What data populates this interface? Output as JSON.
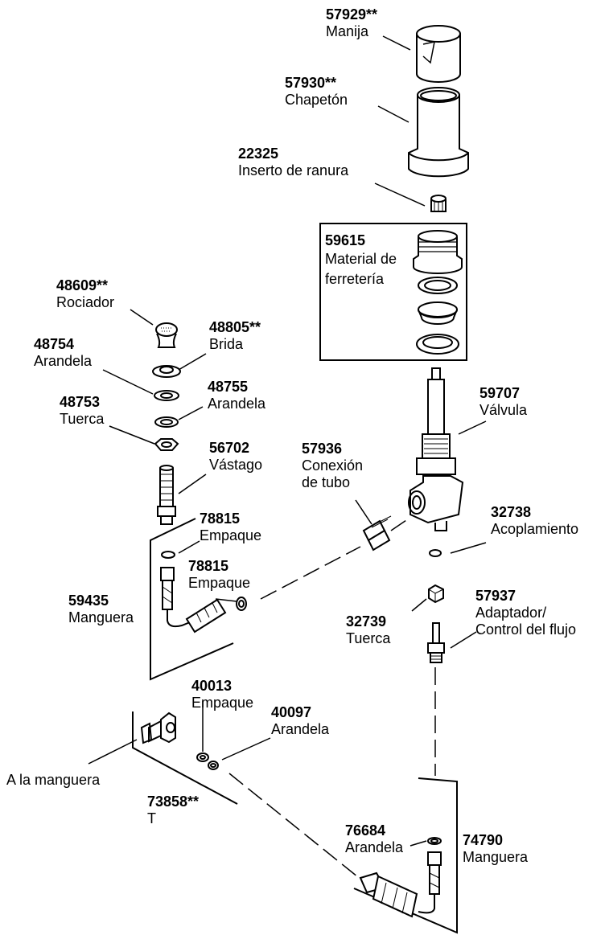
{
  "labels": {
    "manija": {
      "number": "57929**",
      "name": "Manija"
    },
    "chapeton": {
      "number": "57930**",
      "name": "Chapetón"
    },
    "inserto": {
      "number": "22325",
      "name": "Inserto de ranura"
    },
    "ferreteria": {
      "number": "59615",
      "name_line1": "Material de",
      "name_line2": "ferretería"
    },
    "rociador": {
      "number": "48609**",
      "name": "Rociador"
    },
    "brida": {
      "number": "48805**",
      "name": "Brida"
    },
    "arandela_48754": {
      "number": "48754",
      "name": "Arandela"
    },
    "arandela_48755": {
      "number": "48755",
      "name": "Arandela"
    },
    "tuerca_48753": {
      "number": "48753",
      "name": "Tuerca"
    },
    "vastago": {
      "number": "56702",
      "name": "Vástago"
    },
    "valvula": {
      "number": "59707",
      "name": "Válvula"
    },
    "conexion": {
      "number": "57936",
      "name_line1": "Conexión",
      "name_line2": "de tubo"
    },
    "acoplamiento": {
      "number": "32738",
      "name": "Acoplamiento"
    },
    "empaque_top": {
      "number": "78815",
      "name": "Empaque"
    },
    "empaque_mid": {
      "number": "78815",
      "name": "Empaque"
    },
    "manguera_59435": {
      "number": "59435",
      "name": "Manguera"
    },
    "tuerca_32739": {
      "number": "32739",
      "name": "Tuerca"
    },
    "adaptador": {
      "number": "57937",
      "name_line1": "Adaptador/",
      "name_line2": "Control del flujo"
    },
    "empaque_40013": {
      "number": "40013",
      "name": "Empaque"
    },
    "arandela_40097": {
      "number": "40097",
      "name": "Arandela"
    },
    "a_la_manguera": {
      "text": "A la manguera"
    },
    "t": {
      "number": "73858**",
      "name": "T"
    },
    "arandela_76684": {
      "number": "76684",
      "name": "Arandela"
    },
    "manguera_74790": {
      "number": "74790",
      "name": "Manguera"
    }
  }
}
